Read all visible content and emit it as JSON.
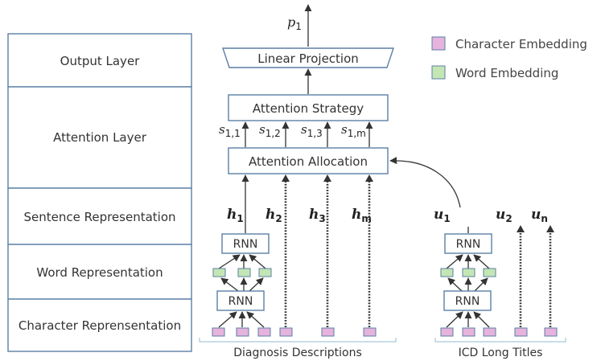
{
  "layers": {
    "output": "Output Layer",
    "attention": "Attention Layer",
    "sentence": "Sentence Representation",
    "word": "Word Representation",
    "character": "Character Reprensentation"
  },
  "blocks": {
    "p1_base": "p",
    "p1_sub": "1",
    "linear_projection": "Linear Projection",
    "attention_strategy": "Attention Strategy",
    "attention_allocation": "Attention Allocation",
    "rnn": "RNN"
  },
  "scores": [
    {
      "base": "s",
      "sub": "1,1"
    },
    {
      "base": "s",
      "sub": "1,2"
    },
    {
      "base": "s",
      "sub": "1,3"
    },
    {
      "base": "s",
      "sub": "1,m"
    }
  ],
  "hidden": [
    {
      "base": "h",
      "sub": "1"
    },
    {
      "base": "h",
      "sub": "2"
    },
    {
      "base": "h",
      "sub": "3"
    },
    {
      "base": "h",
      "sub": "m"
    }
  ],
  "title_vectors": [
    {
      "base": "u",
      "sub": "1"
    },
    {
      "base": "u",
      "sub": "2"
    },
    {
      "base": "u",
      "sub": "n"
    }
  ],
  "legend": {
    "character": "Character Embedding",
    "word": "Word Embedding"
  },
  "groups": {
    "diagnosis": "Diagnosis Descriptions",
    "icd": "ICD Long Titles"
  },
  "colors": {
    "character_embedding": "#e6b3dc",
    "word_embedding": "#c4e6b4",
    "box_border": "#5b7fa6"
  }
}
